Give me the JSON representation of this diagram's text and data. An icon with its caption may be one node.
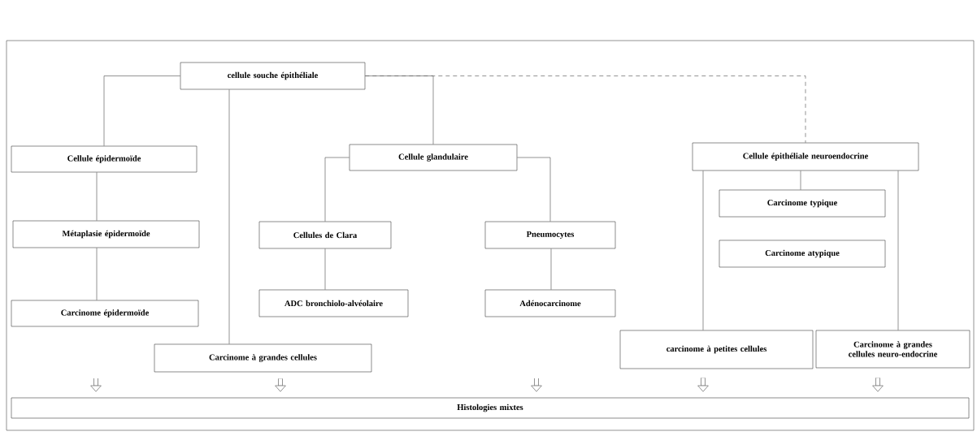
{
  "diagram": {
    "nodes": [
      {
        "text": [
          "cellule souche épithéliale"
        ]
      },
      {
        "text": [
          "Cellule épidermoïde"
        ]
      },
      {
        "text": [
          "Métaplasie épidermoïde"
        ]
      },
      {
        "text": [
          "Carcinome épidermoïde"
        ]
      },
      {
        "text": [
          "Cellule glandulaire"
        ]
      },
      {
        "text": [
          "Cellules de Clara"
        ]
      },
      {
        "text": [
          "ADC bronchiolo-alvéolaire"
        ]
      },
      {
        "text": [
          "Pneumocytes"
        ]
      },
      {
        "text": [
          "Adénocarcinome"
        ]
      },
      {
        "text": [
          "Cellule épithéliale neuroendocrine"
        ]
      },
      {
        "text": [
          "Carcinome typique"
        ]
      },
      {
        "text": [
          "Carcinome atypique"
        ]
      },
      {
        "text": [
          "Carcinome à grandes cellules"
        ]
      },
      {
        "text": [
          "carcinome à petites cellules"
        ]
      },
      {
        "text": [
          "Carcinome à grandes cellules neuro-endocrine"
        ]
      },
      {
        "text": [
          "Histologies mixtes"
        ]
      }
    ],
    "edges": [
      {
        "from": 0,
        "to": 1,
        "arrow": "none"
      },
      {
        "from": 1,
        "to": 2,
        "arrow": "none"
      },
      {
        "from": 2,
        "to": 3,
        "arrow": "none"
      },
      {
        "from": 0,
        "to": 12,
        "arrow": "none"
      },
      {
        "from": 0,
        "to": 4,
        "arrow": "none"
      },
      {
        "from": 4,
        "to": 5,
        "arrow": "none"
      },
      {
        "from": 5,
        "to": 6,
        "arrow": "none"
      },
      {
        "from": 4,
        "to": 7,
        "arrow": "none"
      },
      {
        "from": 7,
        "to": 8,
        "arrow": "none"
      },
      {
        "from": 0,
        "to": 9,
        "arrow": "none",
        "style": "dashed"
      },
      {
        "from": 9,
        "to": 10,
        "arrow": "none"
      },
      {
        "from": 9,
        "to": 13,
        "arrow": "none"
      },
      {
        "from": 9,
        "to": 14,
        "arrow": "none"
      },
      {
        "from": null,
        "to": 15,
        "arrow": "to",
        "style": "thick"
      },
      {
        "from": 12,
        "to": 15,
        "arrow": "to",
        "style": "thick"
      },
      {
        "from": null,
        "to": 15,
        "arrow": "to",
        "style": "thick"
      },
      {
        "from": 13,
        "to": 15,
        "arrow": "to",
        "style": "thick"
      },
      {
        "from": 14,
        "to": 15,
        "arrow": "to",
        "style": "thick"
      }
    ]
  }
}
